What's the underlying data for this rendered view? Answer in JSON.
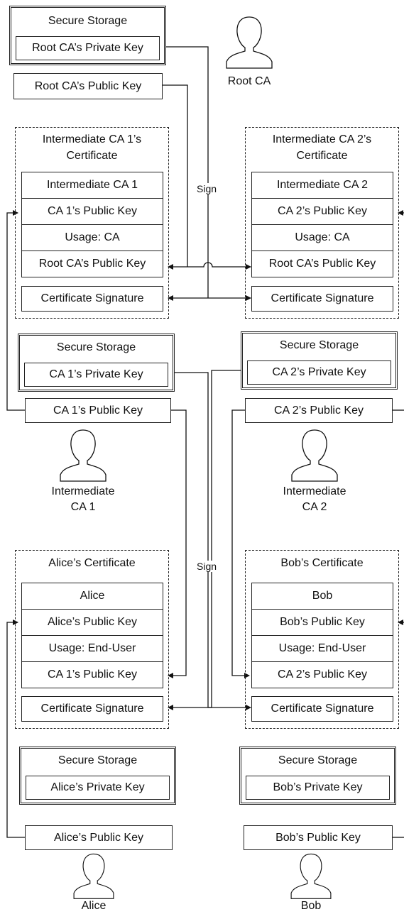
{
  "secure_storage_title": "Secure Storage",
  "sign_label": "Sign",
  "root": {
    "private_key": "Root CA’s Private Key",
    "public_key": "Root CA’s Public Key",
    "name": "Root CA"
  },
  "ica1": {
    "cert_title": "Intermediate CA 1’s Certificate",
    "rows": [
      "Intermediate CA 1",
      "CA 1’s Public Key",
      "Usage: CA",
      "Root CA’s Public Key"
    ],
    "signature": "Certificate Signature",
    "private_key": "CA 1’s Private Key",
    "public_key": "CA 1’s Public Key",
    "name": "Intermediate\nCA 1"
  },
  "ica2": {
    "cert_title": "Intermediate CA 2’s Certificate",
    "rows": [
      "Intermediate CA 2",
      "CA 2’s Public Key",
      "Usage: CA",
      "Root CA’s Public Key"
    ],
    "signature": "Certificate Signature",
    "private_key": "CA 2’s Private Key",
    "public_key": "CA 2’s Public Key",
    "name": "Intermediate\nCA 2"
  },
  "alice": {
    "cert_title": "Alice’s Certificate",
    "rows": [
      "Alice",
      "Alice’s Public Key",
      "Usage: End-User",
      "CA 1’s Public Key"
    ],
    "signature": "Certificate Signature",
    "private_key": "Alice’s Private Key",
    "public_key": "Alice’s Public Key",
    "name": "Alice"
  },
  "bob": {
    "cert_title": "Bob’s Certificate",
    "rows": [
      "Bob",
      "Bob’s Public Key",
      "Usage: End-User",
      "CA 2’s Public Key"
    ],
    "signature": "Certificate Signature",
    "private_key": "Bob’s Private Key",
    "public_key": "Bob’s Public Key",
    "name": "Bob"
  },
  "person_icon": "person-silhouette-icon"
}
